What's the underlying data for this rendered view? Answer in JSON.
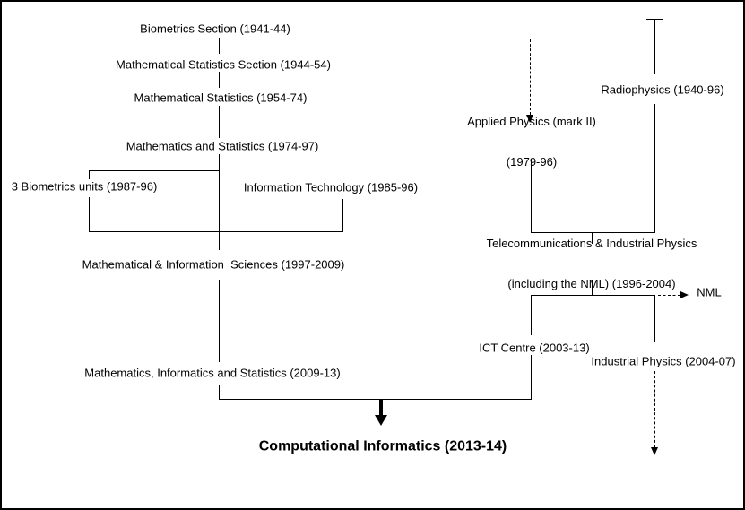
{
  "diagram": {
    "colors": {
      "line": "#000000",
      "text": "#000000",
      "background": "#ffffff"
    },
    "nodes": {
      "biometrics_section": "Biometrics Section (1941-44)",
      "math_stats_section": "Mathematical Statistics Section (1944-54)",
      "math_stats": "Mathematical Statistics (1954-74)",
      "math_and_stats": "Mathematics and Statistics (1974-97)",
      "biometrics_units": "3 Biometrics units (1987-96)",
      "info_tech": "Information Technology (1985-96)",
      "mis": "Mathematical & Information  Sciences (1997-2009)",
      "radiophysics": "Radiophysics (1940-96)",
      "applied_physics_line1": "Applied Physics (mark II)",
      "applied_physics_line2": "(1979-96)",
      "telecom_line1": "Telecommunications & Industrial Physics",
      "telecom_line2": "(including the NML) (1996-2004)",
      "nml": "NML",
      "ict_centre": "ICT Centre (2003-13)",
      "industrial_physics": "Industrial Physics (2004-07)",
      "math_informatics_stats": "Mathematics, Informatics and Statistics (2009-13)",
      "computational_informatics": "Computational Informatics (2013-14)"
    }
  }
}
